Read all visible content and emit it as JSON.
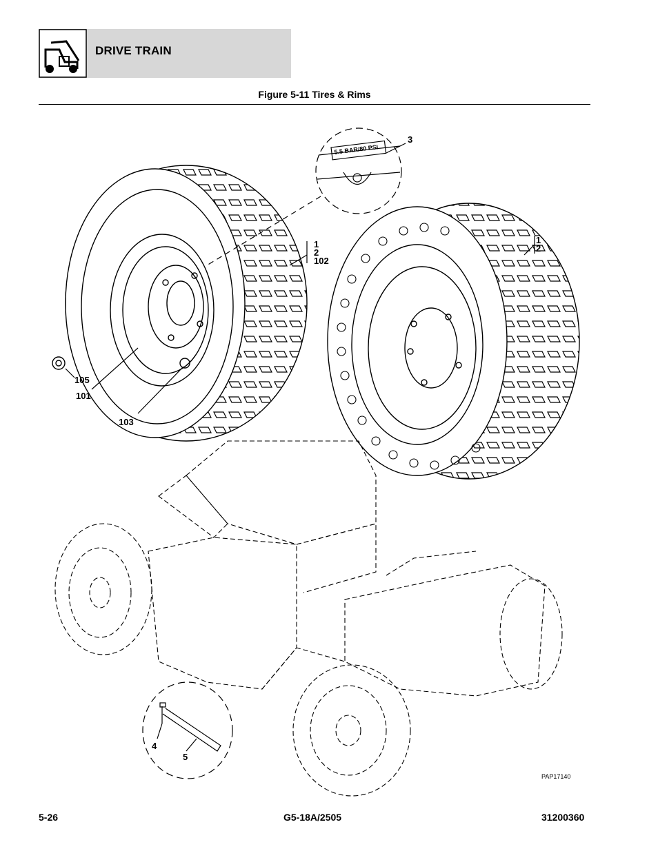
{
  "header": {
    "section_title": "DRIVE TRAIN",
    "icon": "telehandler-icon"
  },
  "figure": {
    "title": "Figure 5-11 Tires & Rims",
    "pressure_label": "5.5 BAR/80 PSI",
    "drawing_id": "PAP17140"
  },
  "callouts": {
    "c3": "3",
    "left_tire": [
      "1",
      "2",
      "102"
    ],
    "right_tire": [
      "1",
      "2"
    ],
    "c105": "105",
    "c101": "101",
    "c103": "103",
    "c4": "4",
    "c5": "5"
  },
  "footer": {
    "page_number": "5-26",
    "model": "G5-18A/2505",
    "manual_number": "31200360"
  }
}
